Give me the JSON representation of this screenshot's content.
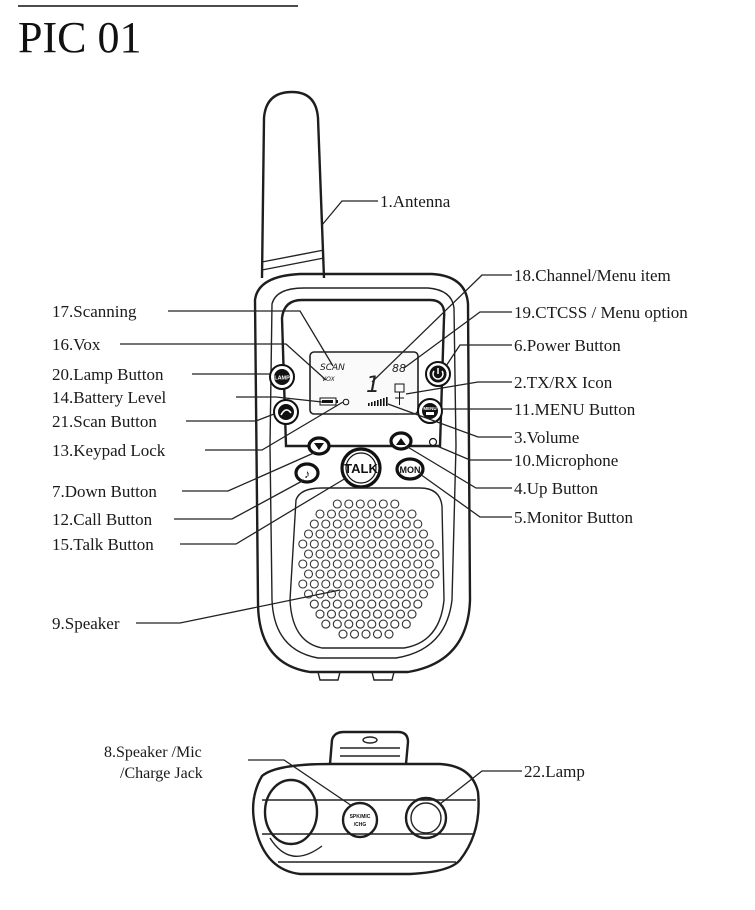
{
  "title": "PIC 01",
  "labels": {
    "antenna": "1.Antenna",
    "tx_rx_icon": "2.TX/RX Icon",
    "volume": "3.Volume",
    "up_button": "4.Up Button",
    "monitor_button": "5.Monitor Button",
    "power_button": "6.Power Button",
    "down_button": "7.Down Button",
    "speaker_mic_line1": "8.Speaker /Mic",
    "speaker_mic_line2": "/Charge Jack",
    "speaker": "9.Speaker",
    "microphone": "10.Microphone",
    "menu_button": "11.MENU  Button",
    "call_button": "12.Call Button",
    "keypad_lock": "13.Keypad Lock",
    "battery_level": "14.Battery Level",
    "talk_button": "15.Talk Button",
    "vox": "16.Vox",
    "scanning": "17.Scanning",
    "channel_menu_item": "18.Channel/Menu item",
    "ctcss_menu_option": "19.CTCSS / Menu option",
    "lamp_button": "20.Lamp Button",
    "scan_button": "21.Scan Button",
    "lamp": "22.Lamp"
  },
  "device": {
    "talk_text": "TALK",
    "mon_text": "MON",
    "lamp_btn_text": "LAMP",
    "menu_btn_text": "MENU",
    "lcd_scan": "SCAN",
    "lcd_vox": "VOX",
    "lcd_channel": "1",
    "lcd_code": "88",
    "jack_text_1": "SPK/MIC",
    "jack_text_2": "/CHG"
  }
}
